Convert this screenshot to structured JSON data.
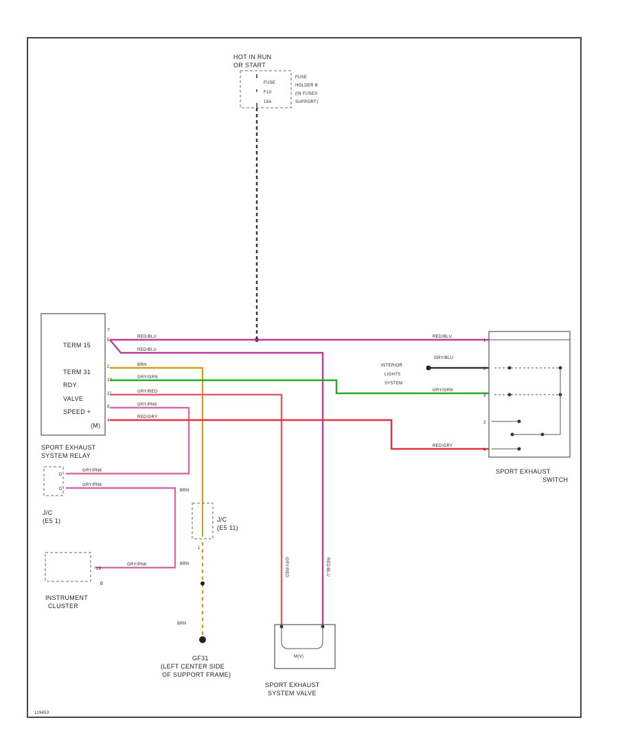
{
  "colors": {
    "red_blu": "#c0399a",
    "brn": "#d4a017",
    "gry_grn": "#22aa22",
    "gry_red": "#e25c6a",
    "gry_pnk": "#d86aa0",
    "red_gry": "#e8303c",
    "brn_dash": "#c9a21a",
    "power_dash": "#333333"
  },
  "power": {
    "title_1": "HOT IN RUN",
    "title_2": "OR START",
    "fuse_label": "FUSE",
    "fuse_num": "F10",
    "fuse_amp": "15A",
    "desc_1": "FUSE",
    "desc_2": "HOLDER B",
    "desc_3": "(IN FUSES",
    "desc_4": "SUPPORT)"
  },
  "relay": {
    "pin_top": "7",
    "rows": [
      {
        "label": "TERM 15",
        "pin": "5"
      },
      {
        "label": "TERM 31",
        "pin": "2"
      },
      {
        "label": "RDY",
        "pin": "10"
      },
      {
        "label": "VALVE",
        "pin": "11"
      },
      {
        "label": "SPEED +",
        "pin": "9"
      },
      {
        "label": "(M)",
        "pin": "4"
      }
    ],
    "name_1": "SPORT EXHAUST",
    "name_2": "SYSTEM RELAY"
  },
  "wires": {
    "red_blu_1": "RED/BLU",
    "red_blu_2": "RED/BLU",
    "brn_1": "BRN",
    "gry_grn_1": "GRY/GRN",
    "gry_red_1": "GRY/RED",
    "gry_pnk_1": "GRY/PNK",
    "red_gry_1": "RED/GRY",
    "red_blu_sw": "RED/BLU",
    "gry_blu_sw": "GRY/BLU",
    "gry_grn_sw": "GRY/GRN",
    "red_gry_sw": "RED/GRY",
    "gry_pnk_jc1": "GRY/PNK",
    "gry_pnk_jc2": "GRY/PNK",
    "gry_pnk_ic": "GRY/PNK",
    "brn_jc": "BRN",
    "brn_jc2": "BRN",
    "brn_gnd": "BRN",
    "valve_left": "GRY/RED",
    "valve_right": "RED/BLU"
  },
  "interior": {
    "line_1": "INTERIOR",
    "line_2": "LIGHTS",
    "line_3": "SYSTEM"
  },
  "switch": {
    "pins": [
      "1",
      "6",
      "3",
      "2",
      "4"
    ],
    "name_1": "SPORT EXHAUST",
    "name_2": "SWITCH"
  },
  "jc_left": {
    "pin_1": "D",
    "pin_2": "D",
    "name_1": "J/C",
    "name_2": "(E5 1)"
  },
  "jc_center": {
    "name_1": "J/C",
    "name_2": "(E5 11)",
    "pin_bottom": "1"
  },
  "cluster": {
    "pin": "16",
    "conn": "B",
    "name_1": "INSTRUMENT",
    "name_2": "CLUSTER"
  },
  "ground": {
    "name_1": "GF31",
    "name_2": "(LEFT CENTER SIDE",
    "name_3": "OF SUPPORT FRAME)"
  },
  "valve": {
    "inner": "M(V)",
    "name_1": "SPORT EXHAUST",
    "name_2": "SYSTEM VALVE"
  },
  "footer": {
    "code": "119453"
  }
}
